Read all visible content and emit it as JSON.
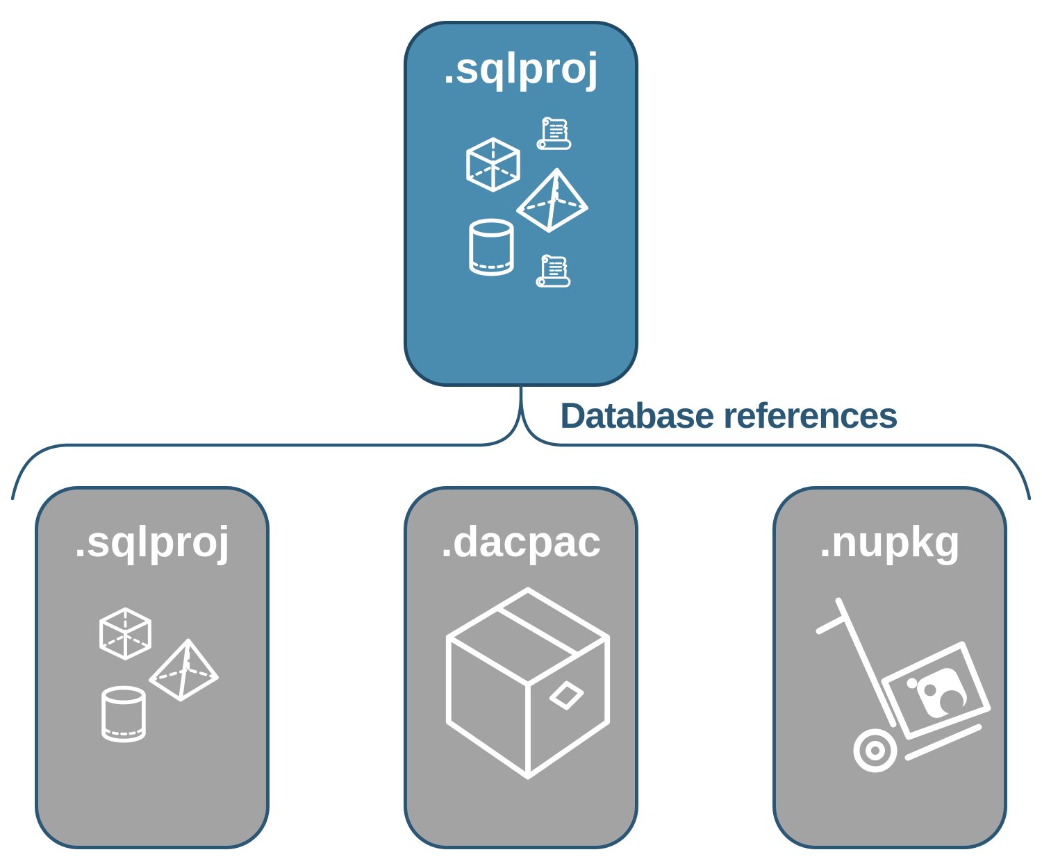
{
  "root_node": {
    "label": ".sqlproj",
    "icons": [
      "cube-icon",
      "script-scroll-icon",
      "pyramid-icon",
      "database-cylinder-icon",
      "script-scroll-icon"
    ]
  },
  "connector": {
    "label": "Database references"
  },
  "child_nodes": [
    {
      "label": ".sqlproj",
      "icons": [
        "cube-icon",
        "pyramid-icon",
        "database-cylinder-icon"
      ]
    },
    {
      "label": ".dacpac",
      "icons": [
        "package-box-icon"
      ]
    },
    {
      "label": ".nupkg",
      "icons": [
        "hand-truck-package-icon"
      ]
    }
  ],
  "colors": {
    "background": "#ffffff",
    "root_fill": "#4a8caf",
    "root_border": "#1f4965",
    "child_fill": "#a3a3a3",
    "child_border": "#2b5777",
    "connector_line": "#2b5777",
    "connector_text": "#2b5777",
    "label_text": "#ffffff",
    "icon_color": "#ffffff"
  }
}
